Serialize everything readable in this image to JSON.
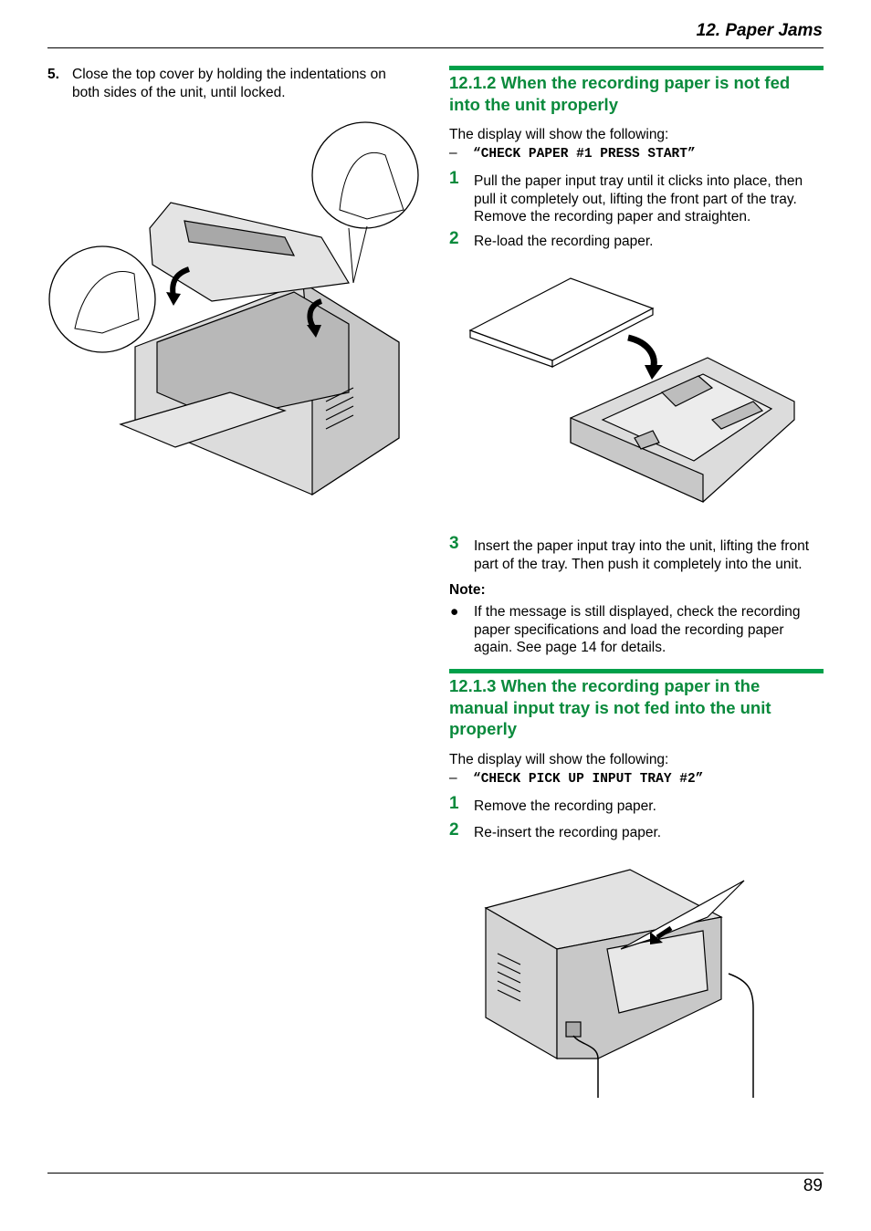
{
  "header": {
    "chapter_title": "12. Paper Jams"
  },
  "footer": {
    "page_number": "89"
  },
  "left": {
    "step5": {
      "number": "5.",
      "text": "Close the top cover by holding the indentations on both sides of the unit, until locked."
    }
  },
  "section_1212": {
    "title": "12.1.2 When the recording paper is not fed into the unit properly",
    "intro": "The display will show the following:",
    "display_dash": "–",
    "display_code": "“CHECK PAPER #1 PRESS START”",
    "steps": [
      {
        "num": "1",
        "text": "Pull the paper input tray until it clicks into place, then pull it completely out, lifting the front part of the tray. Remove the recording paper and straighten."
      },
      {
        "num": "2",
        "text": "Re-load the recording paper."
      },
      {
        "num": "3",
        "text": "Insert the paper input tray into the unit, lifting the front part of the tray. Then push it completely into the unit."
      }
    ],
    "note_label": "Note:",
    "note_bullet": "●",
    "note_text": "If the message is still displayed, check the recording paper specifications and load the recording paper again. See page 14 for details."
  },
  "section_1213": {
    "title": "12.1.3 When the recording paper in the manual input tray is not fed into the unit properly",
    "intro": "The display will show the following:",
    "display_dash": "–",
    "display_code": "“CHECK PICK UP INPUT TRAY #2”",
    "steps": [
      {
        "num": "1",
        "text": "Remove the recording paper."
      },
      {
        "num": "2",
        "text": "Re-insert the recording paper."
      }
    ]
  },
  "colors": {
    "section_green": "#0a8a3c",
    "rule_green": "#00a04a",
    "illustration_gray": "#dcdcdc"
  }
}
